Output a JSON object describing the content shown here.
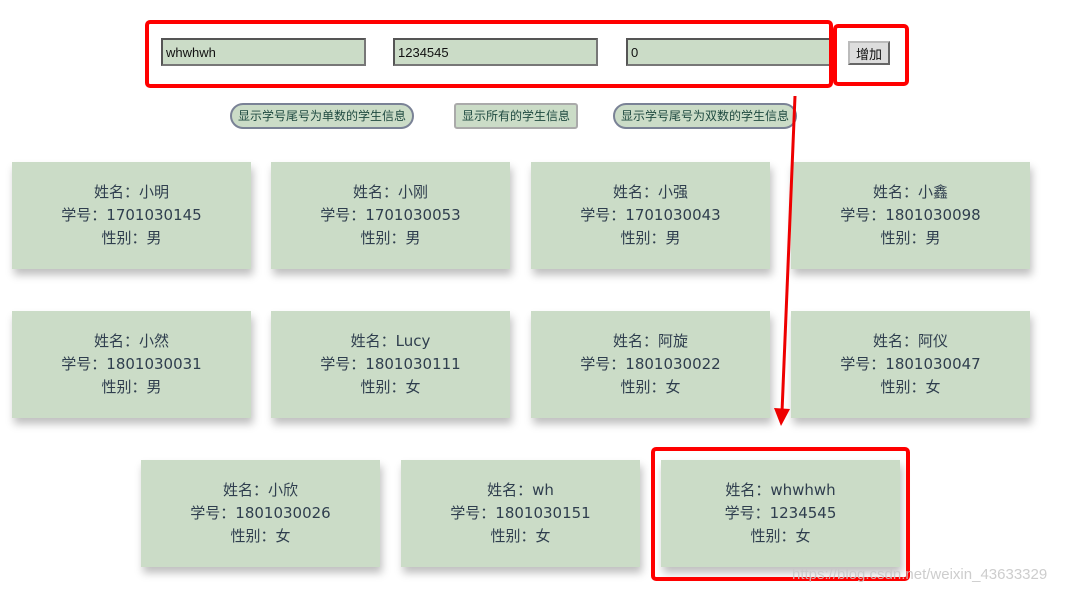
{
  "form": {
    "name_value": "whwhwh",
    "id_value": "1234545",
    "gender_value": "0",
    "add_label": "增加"
  },
  "filters": [
    "显示学号尾号为单数的学生信息",
    "显示所有的学生信息",
    "显示学号尾号为双数的学生信息"
  ],
  "labels": {
    "name": "姓名：",
    "id": "学号：",
    "gender": "性别："
  },
  "students": [
    {
      "name": "小明",
      "id": "1701030145",
      "gender": "男"
    },
    {
      "name": "小刚",
      "id": "1701030053",
      "gender": "男"
    },
    {
      "name": "小强",
      "id": "1701030043",
      "gender": "男"
    },
    {
      "name": "小鑫",
      "id": "1801030098",
      "gender": "男"
    },
    {
      "name": "小然",
      "id": "1801030031",
      "gender": "男"
    },
    {
      "name": "Lucy",
      "id": "1801030111",
      "gender": "女"
    },
    {
      "name": "阿旋",
      "id": "1801030022",
      "gender": "女"
    },
    {
      "name": "阿仪",
      "id": "1801030047",
      "gender": "女"
    },
    {
      "name": "小欣",
      "id": "1801030026",
      "gender": "女"
    },
    {
      "name": "wh",
      "id": "1801030151",
      "gender": "女"
    },
    {
      "name": "whwhwh",
      "id": "1234545",
      "gender": "女"
    }
  ],
  "watermark": "https://blog.csdn.net/weixin_43633329",
  "colors": {
    "card": "#cbdcc7",
    "annotation": "#ff0000"
  }
}
